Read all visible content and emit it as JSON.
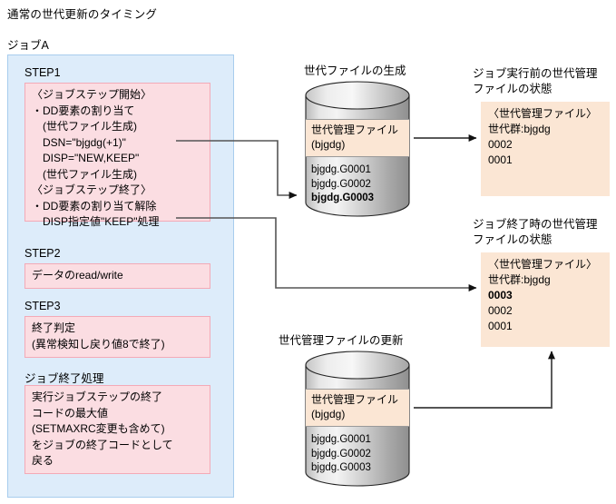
{
  "page": {
    "title": "通常の世代更新のタイミング",
    "job_label": "ジョブA"
  },
  "job": {
    "steps": [
      {
        "label": "STEP1",
        "lines": [
          "〈ジョブステップ開始〉",
          "・DD要素の割り当て",
          "　(世代ファイル生成)",
          "　DSN=\"bjgdg(+1)\"",
          "　DISP=\"NEW,KEEP\"",
          "　(世代ファイル生成)",
          "〈ジョブステップ終了〉",
          "・DD要素の割り当て解除",
          "　DISP指定値\"KEEP\"処理"
        ]
      },
      {
        "label": "STEP2",
        "lines": [
          "データのread/write"
        ]
      },
      {
        "label": "STEP3",
        "lines": [
          "終了判定",
          "(異常検知し戻り値8で終了)"
        ]
      },
      {
        "label": "ジョブ終了処理",
        "lines": [
          "実行ジョブステップの終了",
          "コードの最大値",
          "(SETMAXRC変更も含めて)",
          "をジョブの終了コードとして",
          "戻る"
        ]
      }
    ]
  },
  "cylinders": [
    {
      "caption": "世代ファイルの生成",
      "band_title": "世代管理ファイル",
      "band_sub": "(bjgdg)",
      "entries": [
        {
          "text": "bjgdg.G0001",
          "bold": false
        },
        {
          "text": "bjgdg.G0002",
          "bold": false
        },
        {
          "text": "bjgdg.G0003",
          "bold": true
        }
      ]
    },
    {
      "caption": "世代管理ファイルの更新",
      "band_title": "世代管理ファイル",
      "band_sub": "(bjgdg)",
      "entries": [
        {
          "text": "bjgdg.G0001",
          "bold": false
        },
        {
          "text": "bjgdg.G0002",
          "bold": false
        },
        {
          "text": "bjgdg.G0003",
          "bold": false
        }
      ]
    }
  ],
  "states": [
    {
      "caption_line1": "ジョブ実行前の世代管理",
      "caption_line2": "ファイルの状態",
      "header": "〈世代管理ファイル〉",
      "group": "世代群:bjgdg",
      "generations": [
        {
          "text": "0002",
          "bold": false
        },
        {
          "text": "0001",
          "bold": false
        }
      ]
    },
    {
      "caption_line1": "ジョブ終了時の世代管理",
      "caption_line2": "ファイルの状態",
      "header": "〈世代管理ファイル〉",
      "group": "世代群:bjgdg",
      "generations": [
        {
          "text": "0003",
          "bold": true
        },
        {
          "text": "0002",
          "bold": false
        },
        {
          "text": "0001",
          "bold": false
        }
      ]
    }
  ],
  "colors": {
    "job_container_fill": "#ddecfa",
    "job_container_border": "#a8cdee",
    "step_fill": "#fbdde2",
    "step_border": "#f3aab7",
    "band_fill": "#fbe6d4",
    "connector": "#555555"
  }
}
